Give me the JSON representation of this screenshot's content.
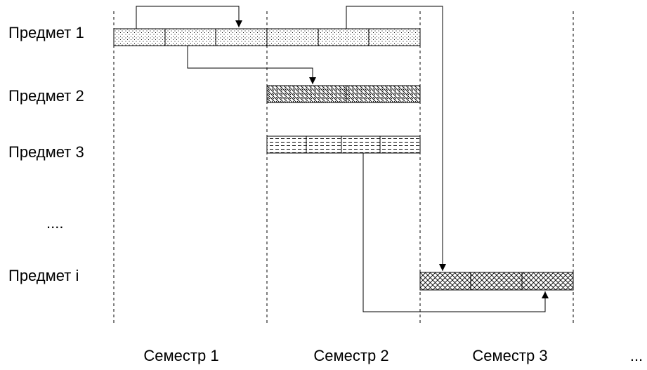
{
  "rows": [
    {
      "label": "Предмет 1"
    },
    {
      "label": "Предмет 2"
    },
    {
      "label": "Предмет 3"
    },
    {
      "label": "...."
    },
    {
      "label": "Предмет i"
    }
  ],
  "semesters": [
    {
      "label": "Семестр 1"
    },
    {
      "label": "Семестр 2"
    },
    {
      "label": "Семестр 3"
    },
    {
      "label": "..."
    }
  ],
  "legend_patterns": {
    "row1": "dots",
    "row2": "diagonal-hatch",
    "row3": "dashes",
    "row_i": "cross-hatch"
  }
}
